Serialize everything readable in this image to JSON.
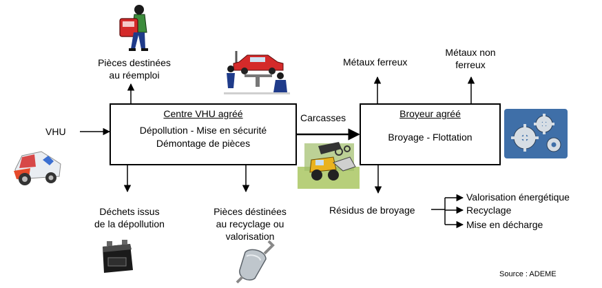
{
  "center_box": {
    "title": "Centre VHU agréé",
    "line1": "Dépollution - Mise en sécurité",
    "line2": "Démontage de pièces"
  },
  "shredder_box": {
    "title": "Broyeur agréé",
    "line1": "Broyage - Flottation"
  },
  "labels": {
    "vhu": "VHU",
    "carcasses": "Carcasses",
    "reuse_1": "Pièces destinées",
    "reuse_2": "au réemploi",
    "waste_1": "Déchets issus",
    "waste_2": "de la dépollution",
    "recycle_1": "Pièces déstinées",
    "recycle_2": "au recyclage ou",
    "recycle_3": "valorisation",
    "ferrous": "Métaux ferreux",
    "nonferrous_1": "Métaux non",
    "nonferrous_2": "ferreux",
    "residues": "Résidus de broyage"
  },
  "outcomes": [
    "Valorisation énergétique",
    "Recyclage",
    "Mise en décharge"
  ],
  "source": "Source : ADEME",
  "icons": {
    "worker": "worker-carrying-door-icon",
    "garage": "car-repair-icon",
    "car": "wrecked-car-icon",
    "loader": "loader-icon",
    "gears": "gears-icon",
    "battery": "battery-icon",
    "muffler": "muffler-icon"
  }
}
